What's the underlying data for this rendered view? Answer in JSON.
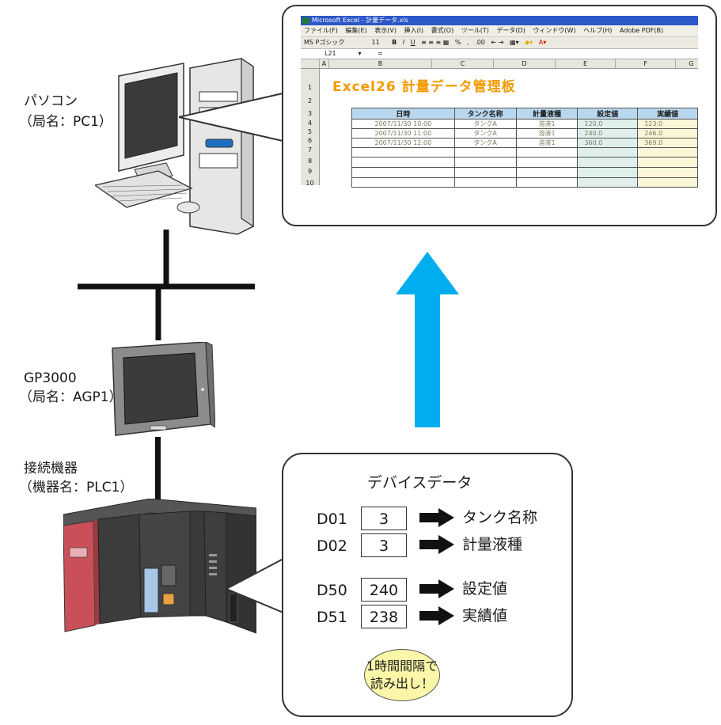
{
  "pc": {
    "name": "パソコン",
    "station": "（局名：PC1）"
  },
  "gp": {
    "name": "GP3000",
    "station": "（局名：AGP1）"
  },
  "plc": {
    "name": "接続機器",
    "station": "（機器名：PLC1）"
  },
  "excel": {
    "title": "Microsoft Excel - 計量データ.xls",
    "menus": [
      "ファイル(F)",
      "編集(E)",
      "表示(V)",
      "挿入(I)",
      "書式(O)",
      "ツール(T)",
      "データ(D)",
      "ウィンドウ(W)",
      "ヘルプ(H)",
      "Adobe PDF(B)"
    ],
    "font_name": "MS Pゴシック",
    "font_size": "11",
    "toolbar_glyphs": [
      "B",
      "I",
      "U",
      "%",
      ",",
      ".00"
    ],
    "cell_ref": "L21",
    "formula_eq": "=",
    "columns": [
      "A",
      "B",
      "C",
      "D",
      "E",
      "F",
      "G"
    ],
    "row_numbers": [
      "1",
      "2",
      "3",
      "4",
      "5",
      "6",
      "7",
      "8",
      "9",
      "10"
    ],
    "sheet_title": "Excel26 計量データ管理板",
    "table_headers": [
      "日時",
      "タンク名称",
      "計量液種",
      "設定値",
      "実績値"
    ],
    "table_rows": [
      [
        "2007/11/30 10:00",
        "タンクA",
        "溶液1",
        "120.0",
        "123.0"
      ],
      [
        "2007/11/30 11:00",
        "タンクA",
        "溶液1",
        "240.0",
        "246.0"
      ],
      [
        "2007/11/30 12:00",
        "タンクA",
        "溶液1",
        "360.0",
        "369.0"
      ]
    ],
    "colors": {
      "title": "#f39a00",
      "header_bg": "#b9d7ee",
      "set_bg": "#dff0ec",
      "actual_bg": "#fbf6d8"
    }
  },
  "device": {
    "heading": "デバイスデータ",
    "items": [
      {
        "address": "D01",
        "value": "3",
        "target": "タンク名称"
      },
      {
        "address": "D02",
        "value": "3",
        "target": "計量液種"
      },
      {
        "address": "D50",
        "value": "240",
        "target": "設定値"
      },
      {
        "address": "D51",
        "value": "238",
        "target": "実績値"
      }
    ],
    "note_line1": "1時間間隔で",
    "note_line2": "読み出し！"
  },
  "colors": {
    "arrow": "#00aeef",
    "badge": "#fcf7a8",
    "plc_red": "#c9505a",
    "ethernet": "#111111"
  }
}
